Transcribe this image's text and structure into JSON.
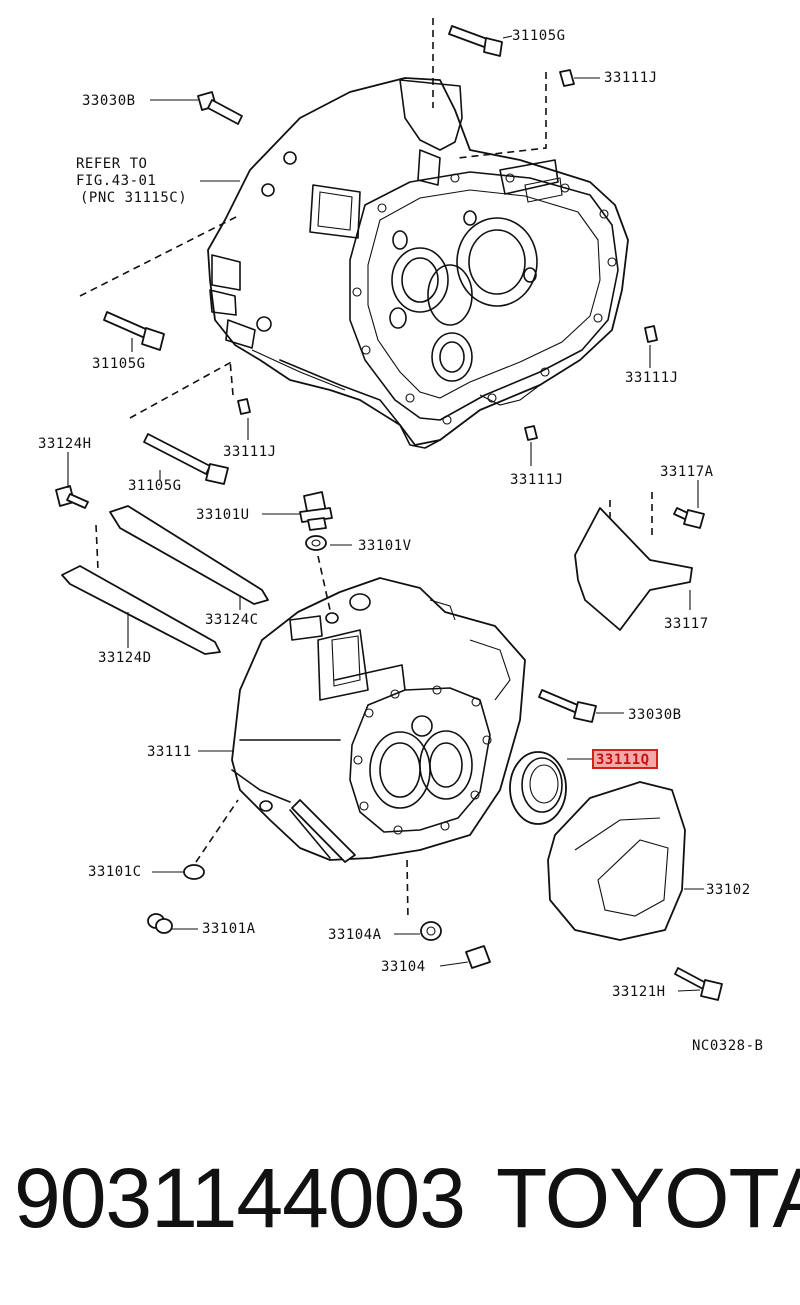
{
  "diagram": {
    "labels": {
      "l_31105g_top": "31105G",
      "l_33111j_top": "33111J",
      "l_33030b_top": "33030B",
      "l_refer1": "REFER TO",
      "l_refer2": "FIG.43-01",
      "l_refer3": "(PNC 31115C)",
      "l_31105g_mid": "31105G",
      "l_33111j_right": "33111J",
      "l_33111j_mid": "33111J",
      "l_33111j_low": "33111J",
      "l_33124h": "33124H",
      "l_31105g_low": "31105G",
      "l_33117a": "33117A",
      "l_33101u": "33101U",
      "l_33101v": "33101V",
      "l_33124c": "33124C",
      "l_33117": "33117",
      "l_33124d": "33124D",
      "l_33030b_low": "33030B",
      "l_33111": "33111",
      "l_33111q": "33111Q",
      "l_33102": "33102",
      "l_33101c": "33101C",
      "l_33101a": "33101A",
      "l_33104a": "33104A",
      "l_33104": "33104",
      "l_33121h": "33121H",
      "l_nc": "NC0328-B"
    },
    "highlighted_part": "33111Q",
    "highlight_color": "#d62020"
  },
  "footer": {
    "part_number": "9031144003",
    "brand": "TOYOTA"
  }
}
